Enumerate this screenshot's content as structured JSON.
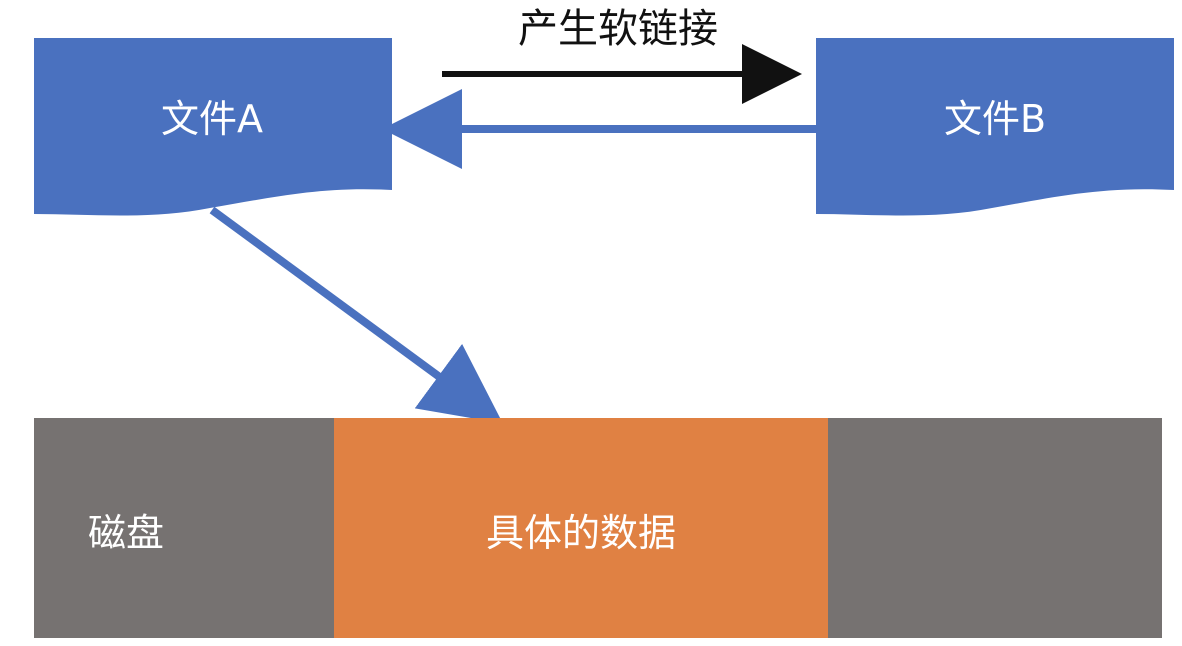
{
  "top_label": "产生软链接",
  "file_a": {
    "label": "文件A"
  },
  "file_b": {
    "label": "文件B"
  },
  "disk": {
    "label": "磁盘"
  },
  "data_block": {
    "label": "具体的数据"
  },
  "colors": {
    "file_blue": "#4a71bf",
    "link_blue": "#4a71bf",
    "black_arrow": "#111111",
    "disk_gray": "#767271",
    "data_orange": "#e08143",
    "text_white": "#ffffff"
  }
}
